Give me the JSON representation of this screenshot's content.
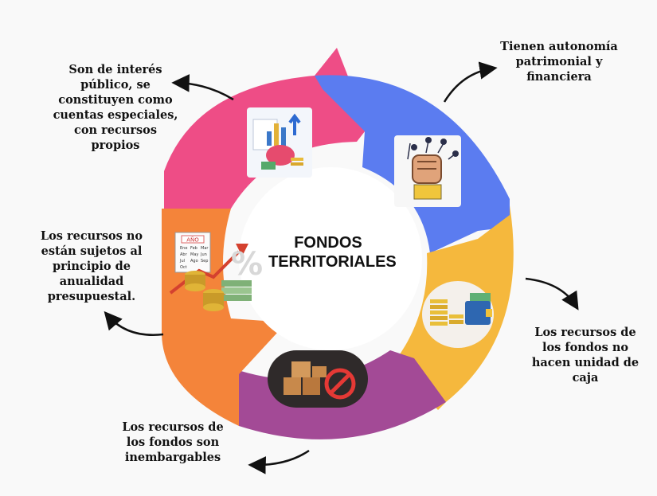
{
  "title": "FONDOS\nTERRITORIALES",
  "segments": [
    {
      "id": "pink",
      "color": "#ee4d86",
      "text": "Son de interés\npúblico, se\nconstituyen como\ncuentas especiales,\ncon recursos\npropios",
      "icon": "finance-icon"
    },
    {
      "id": "blue",
      "color": "#5b7cf0",
      "text": "Tienen autonomía\npatrimonial y\nfinanciera",
      "icon": "raised-fist-icon"
    },
    {
      "id": "yellow",
      "color": "#f5b83d",
      "text": "Los recursos de\nlos fondos no\nhacen unidad de\ncaja",
      "icon": "money-wallet-icon"
    },
    {
      "id": "purple",
      "color": "#a34a96",
      "text": "Los recursos de\nlos fondos son\ninembargables",
      "icon": "no-boxes-icon"
    },
    {
      "id": "orange",
      "color": "#f4843a",
      "text": "Los recursos no\nestán sujetos al\nprincipio de\nanualidad\npresupuestal.",
      "icon": "calendar-coins-icon"
    }
  ],
  "calendar": {
    "year": "AÑO",
    "months": [
      "Ene",
      "Feb",
      "Mar",
      "Abr",
      "May",
      "Jun",
      "Jul",
      "Ago",
      "Sep",
      "Oct"
    ]
  }
}
